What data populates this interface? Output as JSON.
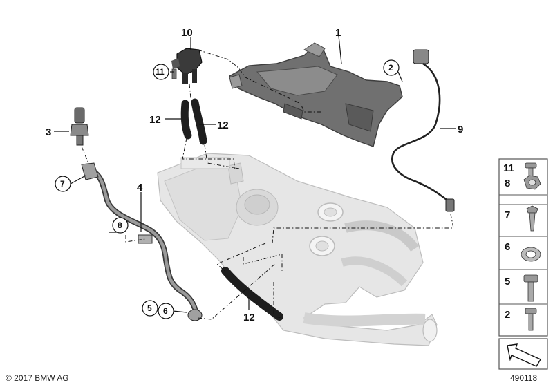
{
  "callouts": {
    "p1": "1",
    "p2": "2",
    "p3": "3",
    "p4": "4",
    "p5": "5",
    "p6": "6",
    "p7": "7",
    "p8": "8",
    "p9": "9",
    "p10": "10",
    "p11": "11",
    "p12a": "12",
    "p12b": "12",
    "p12c": "12"
  },
  "side_panel": {
    "items": [
      "11",
      "8",
      "7",
      "6",
      "5",
      "2"
    ]
  },
  "footer": {
    "copyright": "© 2017 BMW AG",
    "diagram_id": "490118"
  },
  "colors": {
    "manifold": "#e4e4e4",
    "bracket": "#6f6f6f",
    "hose": "#2a2a2a",
    "pipe": "#8a8a8a",
    "panel_border": "#555555"
  }
}
